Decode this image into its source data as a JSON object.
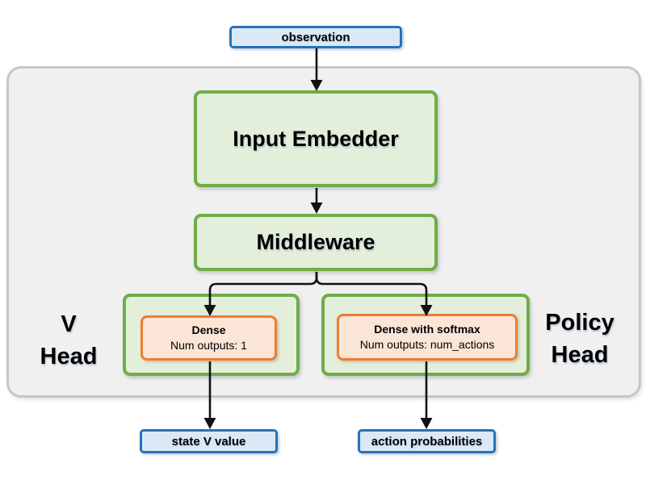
{
  "nodes": {
    "observation": {
      "label": "observation"
    },
    "input_embedder": {
      "label": "Input Embedder"
    },
    "middleware": {
      "label": "Middleware"
    },
    "v_head": {
      "label_line1": "V",
      "label_line2": "Head",
      "dense": {
        "title": "Dense",
        "subtitle": "Num outputs: 1"
      },
      "output": {
        "label": "state V value"
      }
    },
    "policy_head": {
      "label_line1": "Policy",
      "label_line2": "Head",
      "dense": {
        "title": "Dense with softmax",
        "subtitle": "Num outputs: num_actions"
      },
      "output": {
        "label": "action probabilities"
      }
    }
  },
  "colors": {
    "io_fill": "#dbe9f7",
    "io_border": "#2373bb",
    "block_fill": "#e3efda",
    "block_border": "#70ad47",
    "layer_fill": "#fbe5d7",
    "layer_border": "#ed7d31",
    "container_fill": "#f0f0f0",
    "container_border": "#c6c6c6",
    "arrow": "#111111"
  }
}
